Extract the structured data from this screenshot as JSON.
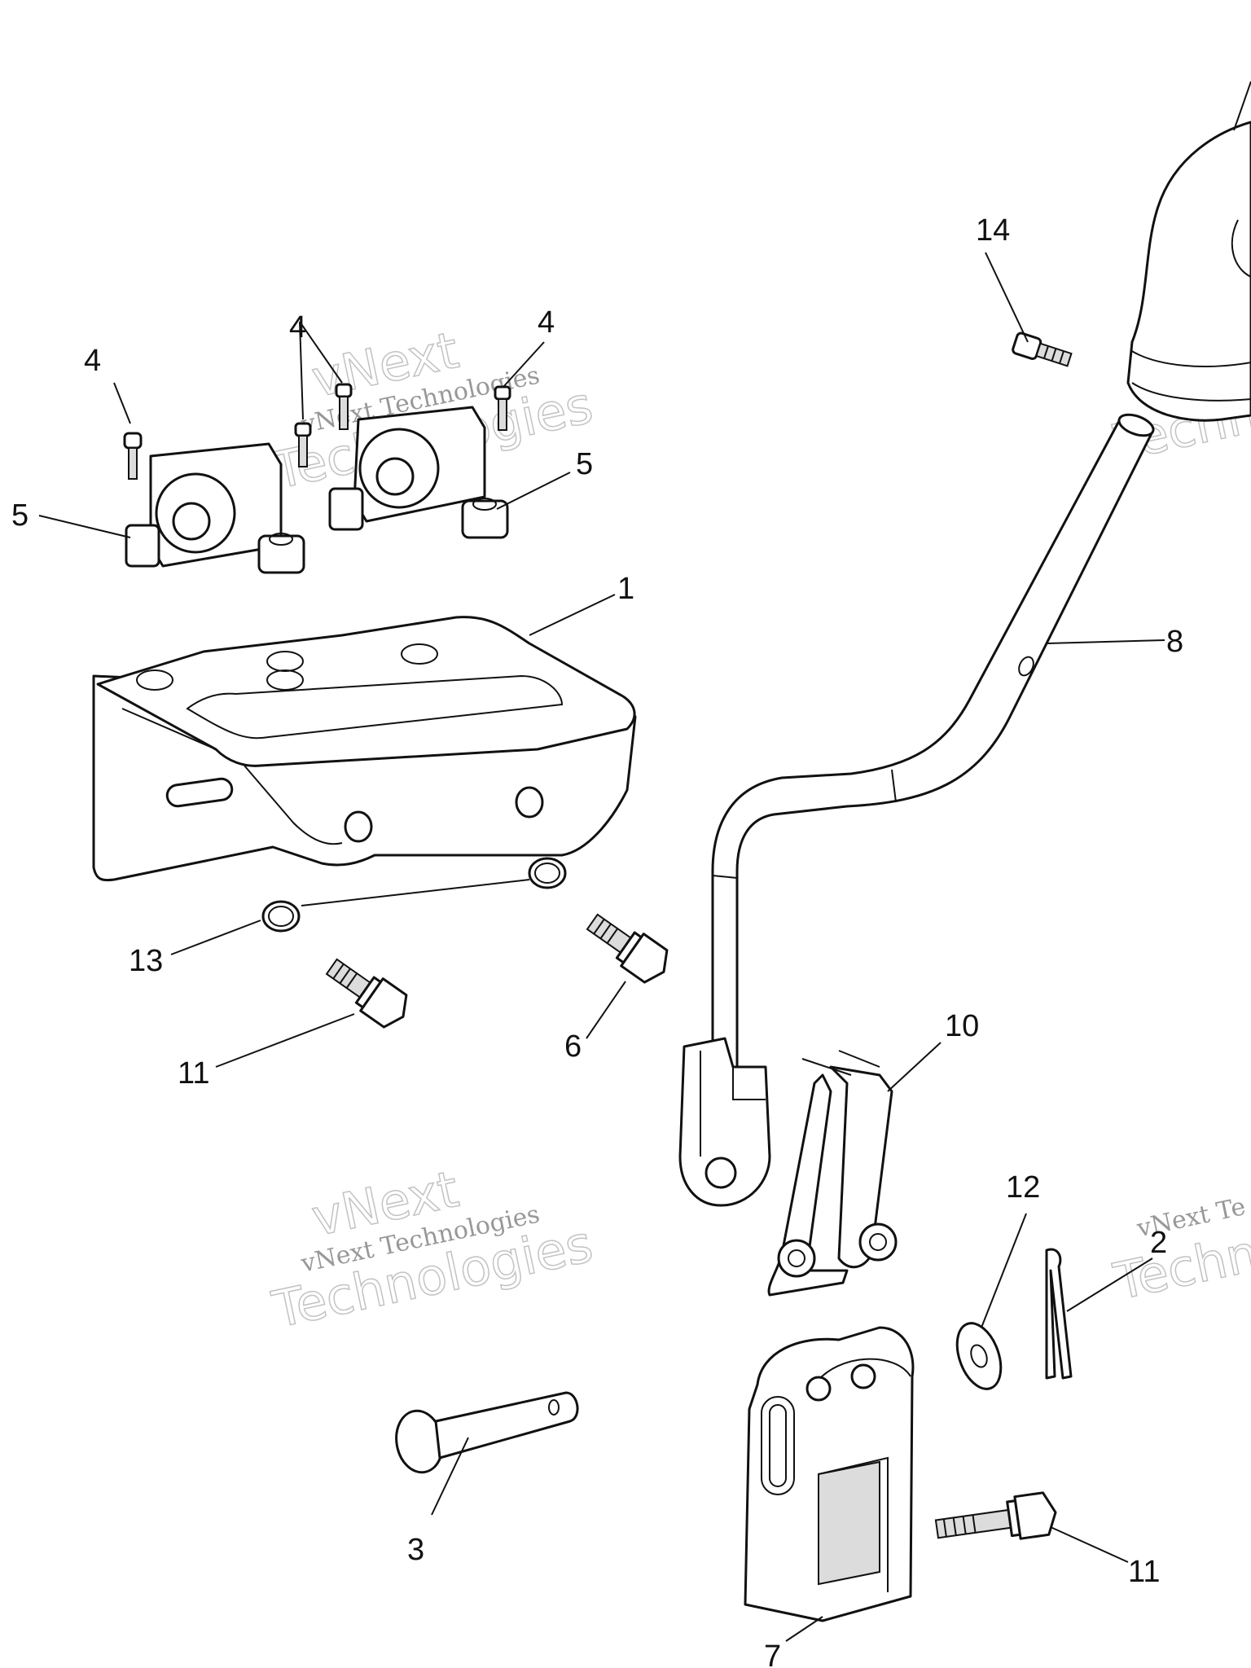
{
  "diagram": {
    "callouts": {
      "c1": "1",
      "c2": "2",
      "c3": "3",
      "c4a": "4",
      "c4b": "4",
      "c4c": "4",
      "c5a": "5",
      "c5b": "5",
      "c6": "6",
      "c7": "7",
      "c8": "8",
      "c10": "10",
      "c11a": "11",
      "c11b": "11",
      "c12": "12",
      "c13": "13",
      "c14": "14"
    },
    "watermark": {
      "line1": "vNext",
      "line2": "vNext Technologies",
      "line3": "Technologies",
      "partial1": "vNext Te",
      "partial2": "Technol"
    }
  }
}
